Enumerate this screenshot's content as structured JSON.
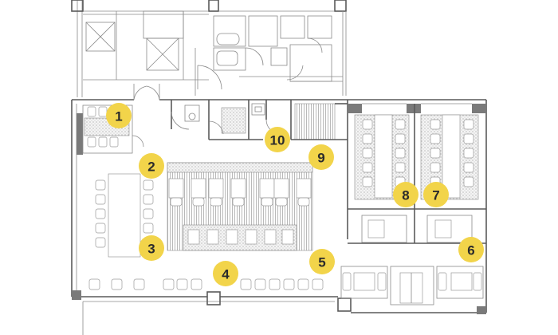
{
  "markers": [
    "1",
    "2",
    "3",
    "4",
    "5",
    "6",
    "7",
    "8",
    "9",
    "10"
  ],
  "colors": {
    "marker": "#f2d44a",
    "marker_text": "#2b2b2b",
    "wall": "#5a5a5a",
    "line": "#8a8a8a"
  }
}
